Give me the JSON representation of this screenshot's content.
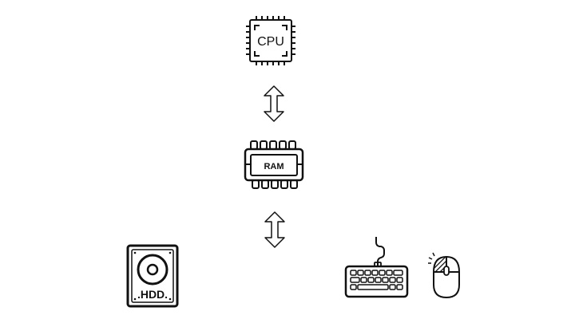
{
  "diagram": {
    "cpu": {
      "label": "CPU",
      "icon": "cpu-chip-icon"
    },
    "ram": {
      "label": "RAM",
      "icon": "ram-module-icon"
    },
    "hdd": {
      "label": ".HDD.",
      "icon": "hard-drive-icon"
    },
    "keyboard": {
      "icon": "keyboard-icon"
    },
    "mouse": {
      "icon": "mouse-icon"
    },
    "arrows": [
      "double-arrow-icon",
      "double-arrow-icon"
    ]
  },
  "colors": {
    "stroke": "#111111",
    "background": "#ffffff"
  }
}
